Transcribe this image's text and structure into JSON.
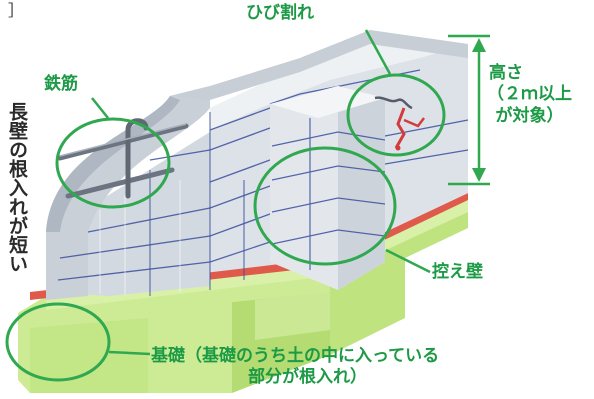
{
  "labels": {
    "rebar": "鉄筋",
    "crack": "ひび割れ",
    "height_line1": "高さ",
    "height_line2": "（２ｍ以上",
    "height_line3": "が対象）",
    "buttress": "控え壁",
    "foundation_line1": "基礎（基礎のうち土の中に入っている",
    "foundation_line2": "部分が根入れ）"
  },
  "edge_text": {
    "bracket": "］",
    "column": "長壁の根入れが短い"
  },
  "colors": {
    "label_green": "#1c9a45",
    "circle_green": "#2fa84f",
    "foundation_green": "#c7e98c",
    "wall_grey": "#d7dde4",
    "mortar_line_blue": "#3a4f9e",
    "base_red": "#e05a4c",
    "crack_red": "#d23c3c"
  },
  "icons": [
    "rebar-bars",
    "crack-mark",
    "height-arrow",
    "callout-circle"
  ]
}
